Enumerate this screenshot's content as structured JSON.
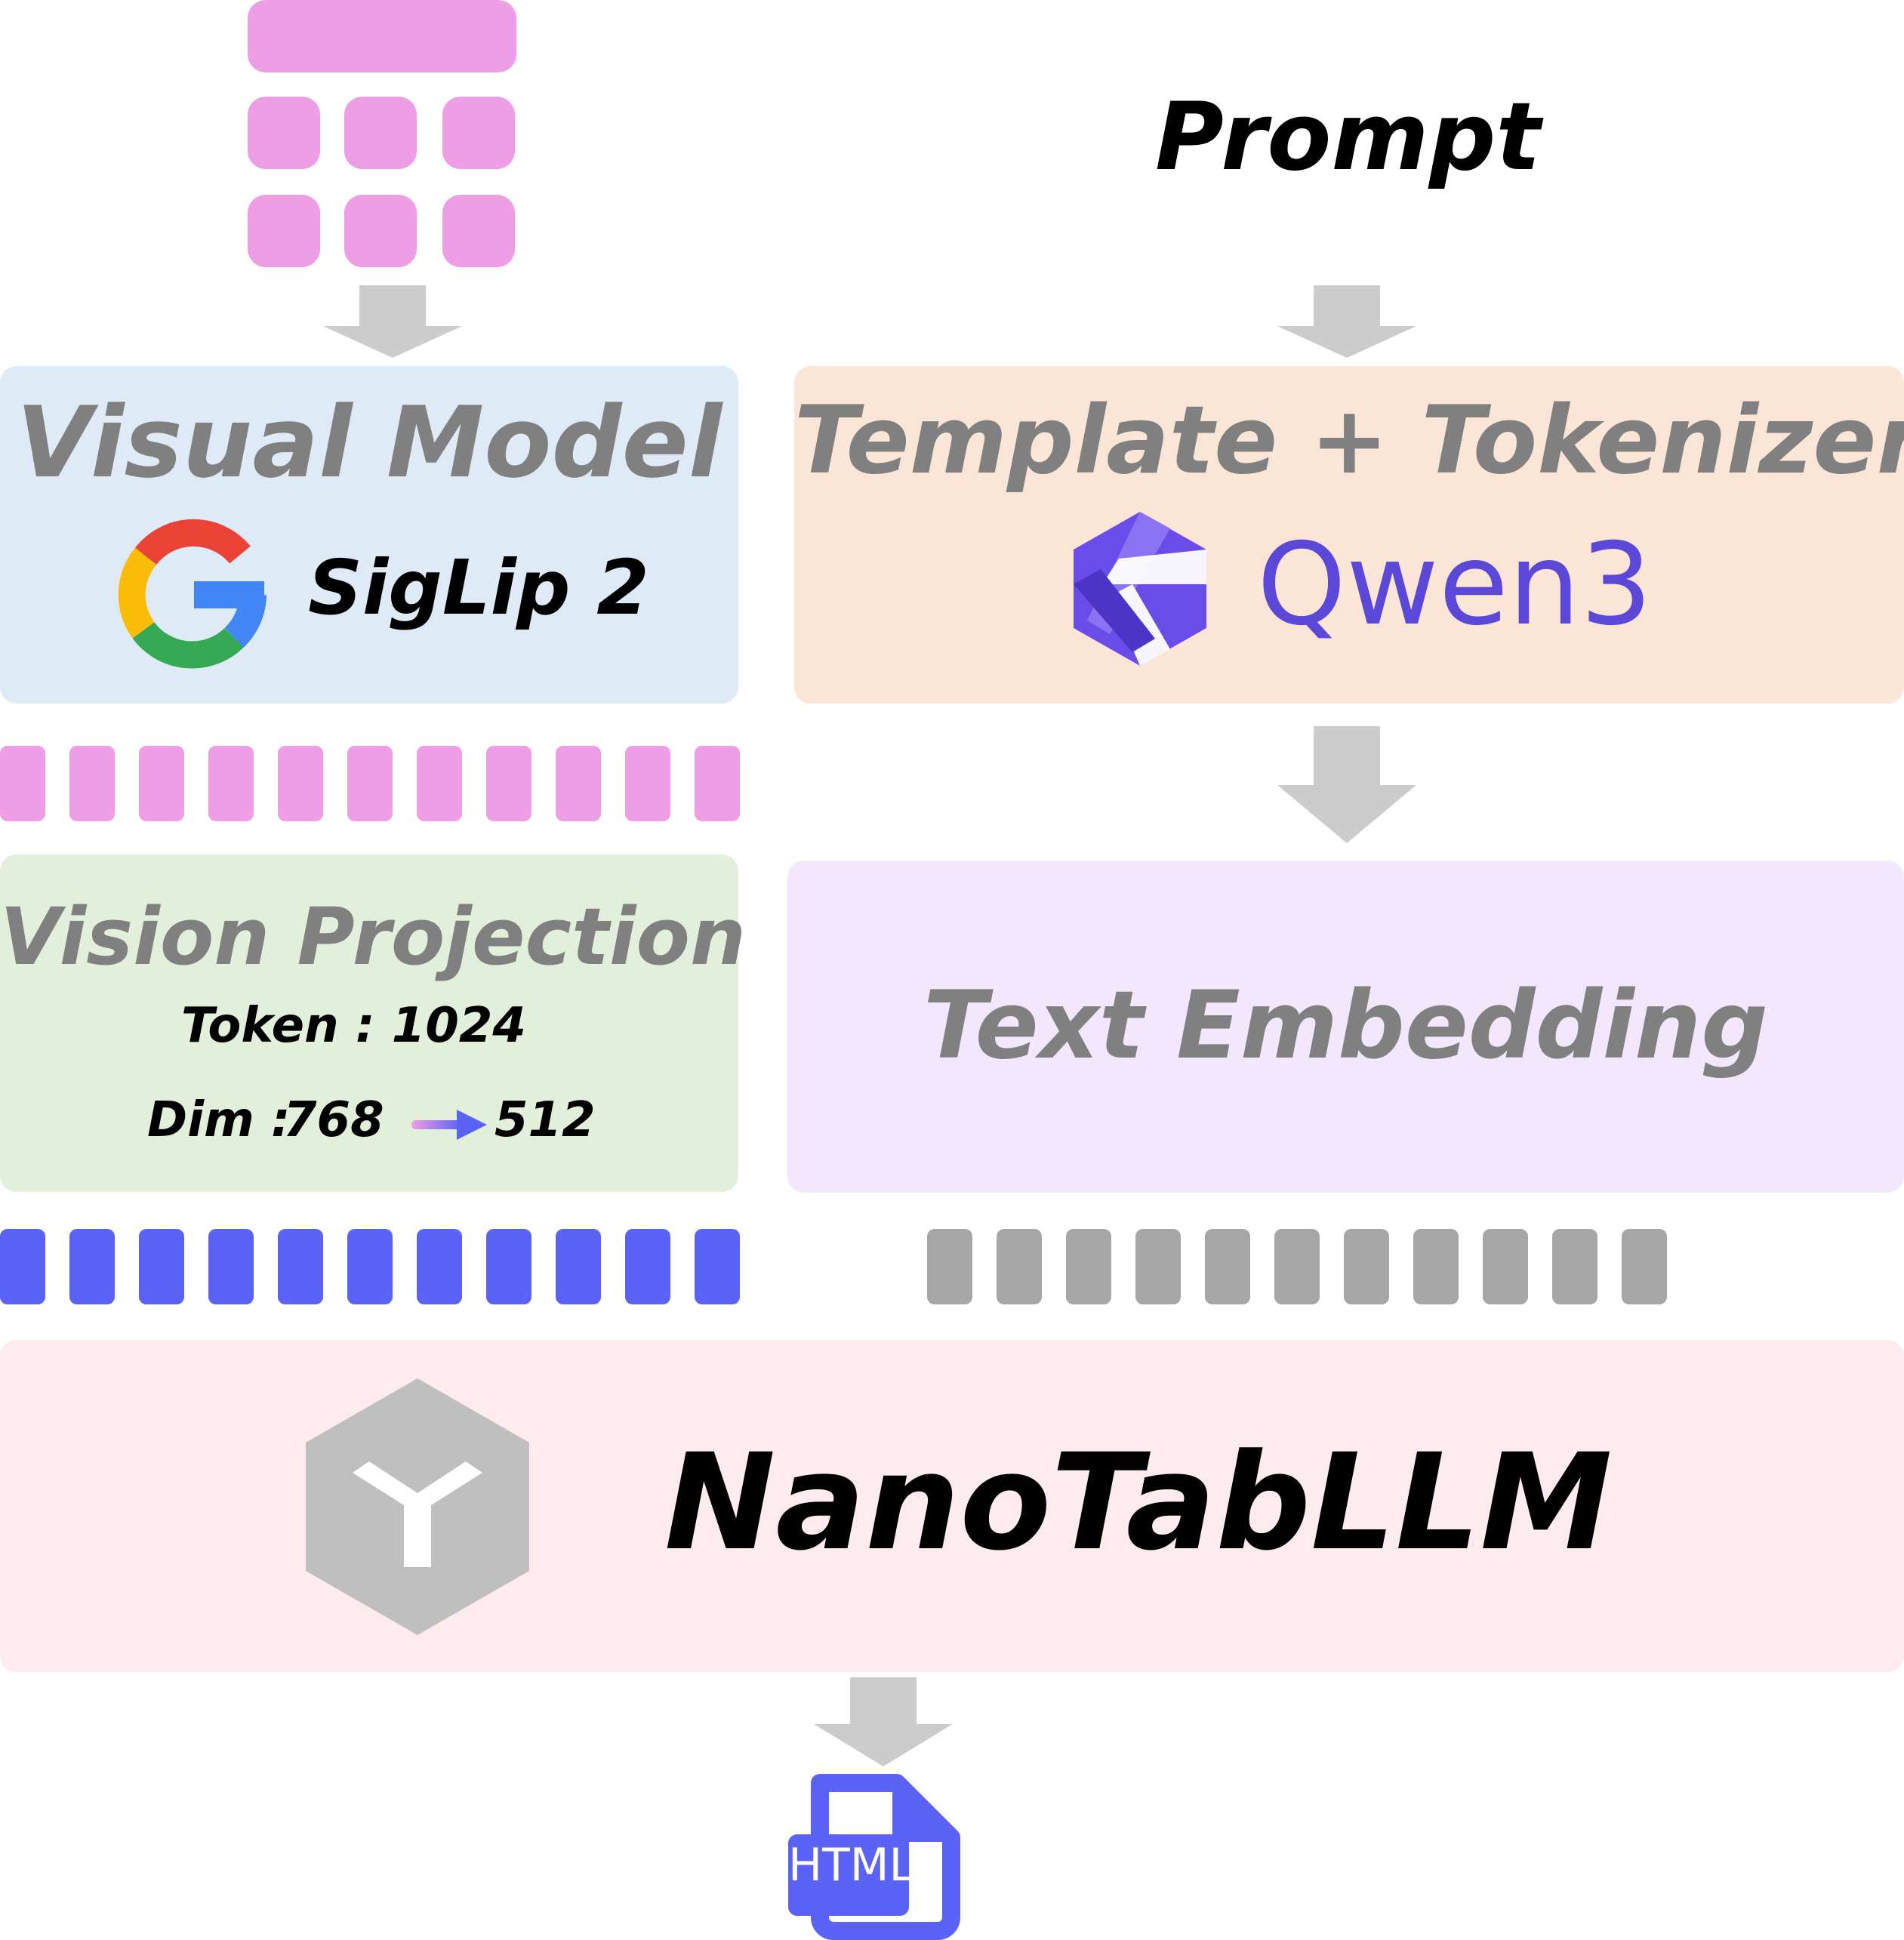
{
  "inputs": {
    "prompt_label": "Prompt"
  },
  "visual_model": {
    "title": "Visual Model",
    "model_name": "SigLip 2",
    "logo_icon": "google-g-icon"
  },
  "tokenizer": {
    "title": "Template + Tokenizer",
    "model_name": "Qwen3",
    "logo_icon": "qwen-logo-icon"
  },
  "vision_projection": {
    "title": "Vision Projection",
    "token_line": "Token : 1024",
    "dim_prefix": "Dim : ",
    "dim_from": "768",
    "dim_to": "512"
  },
  "text_embedding": {
    "title": "Text Embedding"
  },
  "llm": {
    "title": "NanoTabLLM",
    "logo_icon": "hexagon-y-icon"
  },
  "output": {
    "file_label": "HTML",
    "icon": "html-file-icon"
  },
  "colors": {
    "visual_box": "#deeaf6",
    "tokenizer_box": "#fbe5d6",
    "projection_box": "#e2efda",
    "embedding_box": "#f3e7fd",
    "llm_box": "#fdebee",
    "image_token": "#ee9ee5",
    "vision_token": "#5b62f6",
    "text_token": "#a6a6a6",
    "arrow": "#cccccc",
    "qwen_purple": "#5b48d9",
    "html_blue": "#5b62f6"
  }
}
